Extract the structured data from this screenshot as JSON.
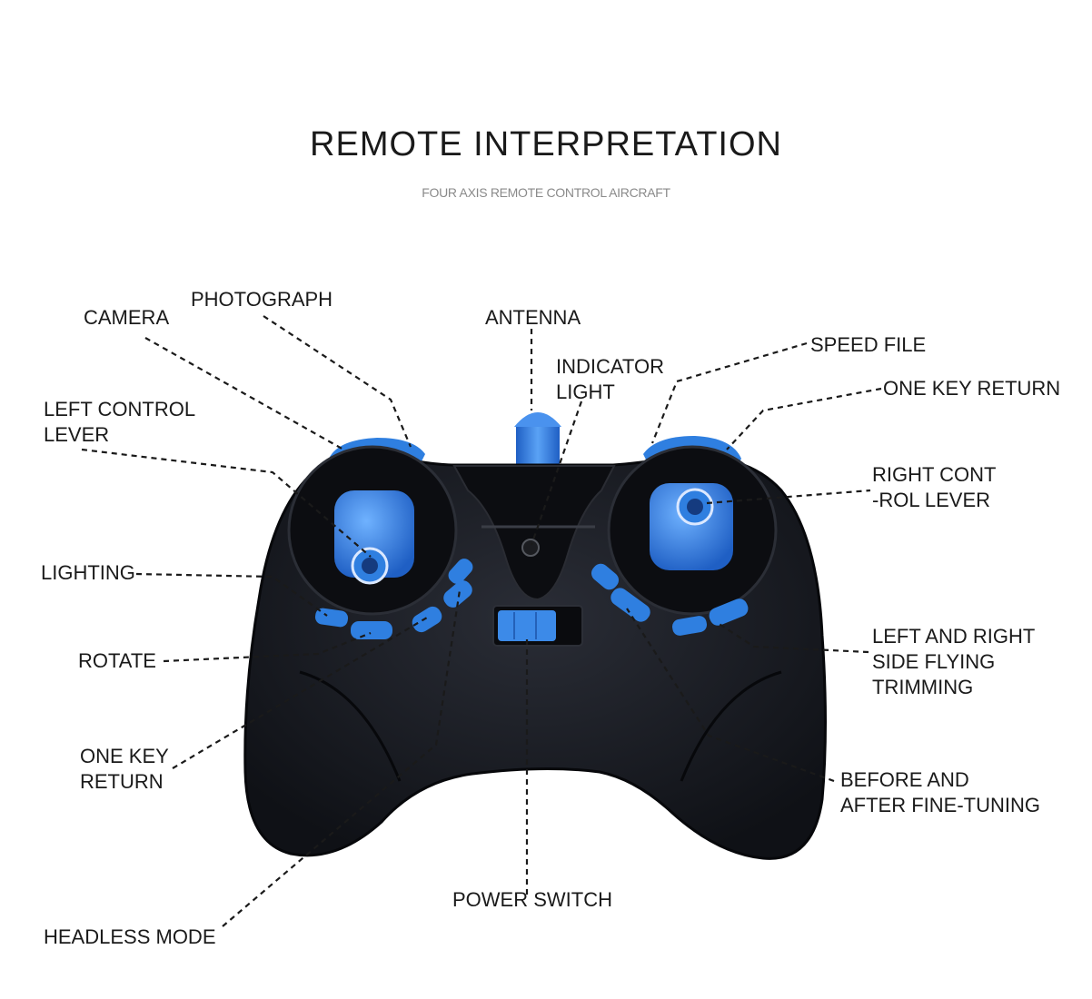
{
  "header": {
    "title": "REMOTE INTERPRETATION",
    "subtitle": "FOUR AXIS REMOTE CONTROL AIRCRAFT"
  },
  "labels": {
    "camera": "CAMERA",
    "photograph": "PHOTOGRAPH",
    "antenna": "ANTENNA",
    "indicator_light": [
      "INDICATOR",
      "LIGHT"
    ],
    "speed_file": "SPEED FILE",
    "one_key_return_right": "ONE KEY RETURN",
    "left_control_lever": [
      "LEFT CONTROL",
      "LEVER"
    ],
    "right_control_lever": [
      "RIGHT CONT",
      "-ROL LEVER"
    ],
    "lighting": "LIGHTING",
    "rotate": "ROTATE",
    "side_trimming": [
      "LEFT AND RIGHT",
      "SIDE FLYING",
      "TRIMMING"
    ],
    "one_key_return_left": [
      "ONE KEY",
      "RETURN"
    ],
    "fine_tuning": [
      "BEFORE AND",
      "AFTER FINE-TUNING"
    ],
    "power_switch": "POWER SWITCH",
    "headless_mode": "HEADLESS MODE"
  },
  "colors": {
    "body": "#16181e",
    "accent": "#2f7fe0",
    "leader_line": "#1a1a1a"
  }
}
